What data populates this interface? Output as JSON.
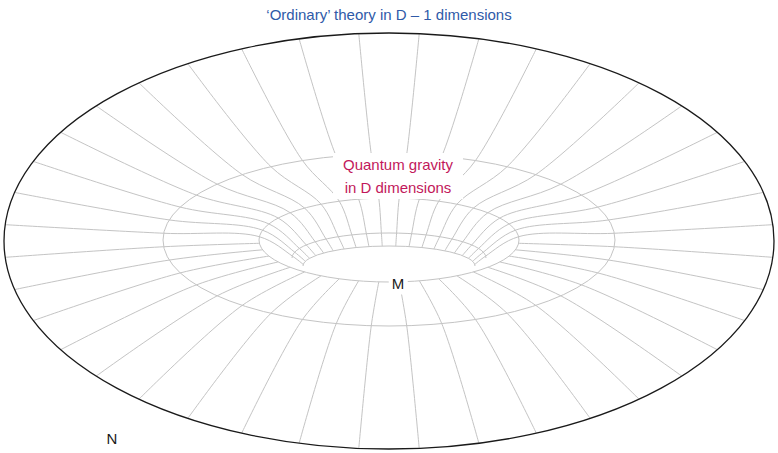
{
  "diagram": {
    "labels": [
      "‘Ordinary’ theory in D – 1 dimensions",
      "Quantum gravity in D dimensions",
      "M",
      "N"
    ]
  }
}
